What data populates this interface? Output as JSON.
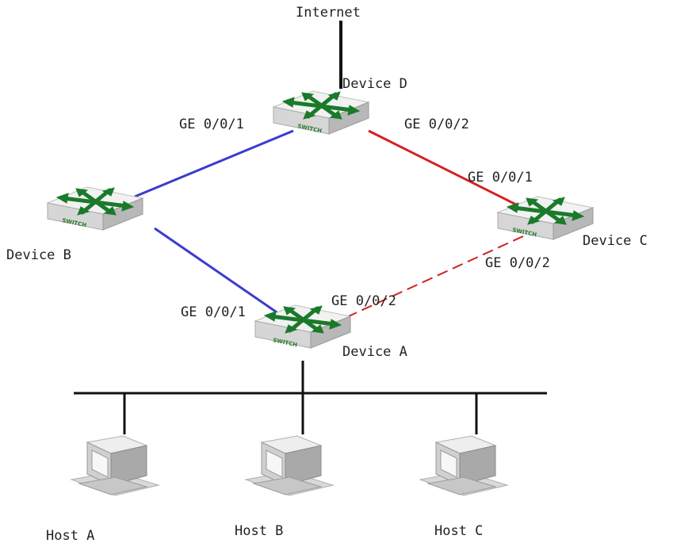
{
  "internet": {
    "label": "Internet"
  },
  "devices": {
    "d": {
      "label": "Device D"
    },
    "b": {
      "label": "Device B"
    },
    "c": {
      "label": "Device C"
    },
    "a": {
      "label": "Device A"
    }
  },
  "switch_text": "SWITCH",
  "ports": {
    "d_ge001": "GE 0/0/1",
    "d_ge002": "GE 0/0/2",
    "c_ge001": "GE 0/0/1",
    "c_ge002": "GE 0/0/2",
    "a_ge001": "GE 0/0/1",
    "a_ge002": "GE 0/0/2"
  },
  "hosts": {
    "a": {
      "label": "Host A"
    },
    "b": {
      "label": "Host B"
    },
    "c": {
      "label": "Host C"
    }
  },
  "colors": {
    "blue_link": "#3b3bd0",
    "red_link": "#d42020",
    "switch_arrow": "#1a7a2a",
    "black_link": "#111111"
  }
}
